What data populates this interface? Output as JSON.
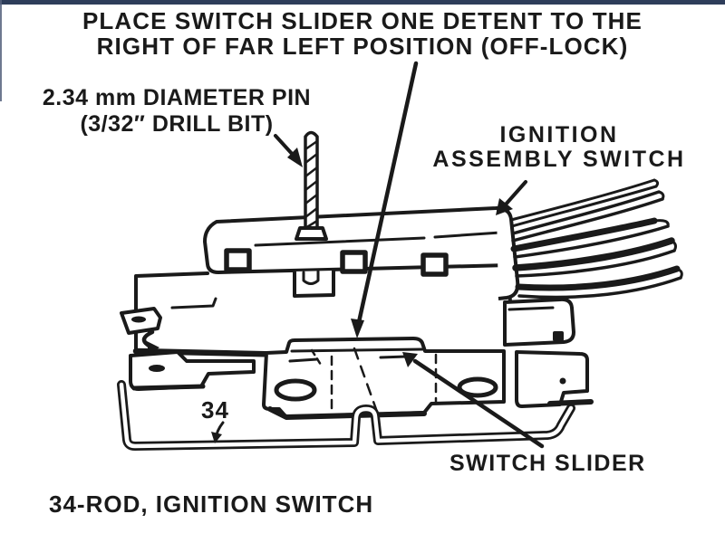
{
  "theme": {
    "ink": "#1a1a1a",
    "paper": "#ffffff",
    "top_bar": "#2e3d5a",
    "edge_line": "#55617c"
  },
  "figure": {
    "instruction_line1": "PLACE SWITCH SLIDER ONE DETENT TO THE",
    "instruction_line2": "RIGHT OF FAR LEFT POSITION (OFF-LOCK)",
    "pin_label_line1": "2.34 mm DIAMETER PIN",
    "pin_label_line2": "(3/32″ DRILL BIT)",
    "switch_label_line1": "IGNITION",
    "switch_label_line2": "ASSEMBLY SWITCH",
    "slider_label": "SWITCH SLIDER",
    "rod_callout_number": "34",
    "caption": "34-ROD, IGNITION SWITCH"
  }
}
